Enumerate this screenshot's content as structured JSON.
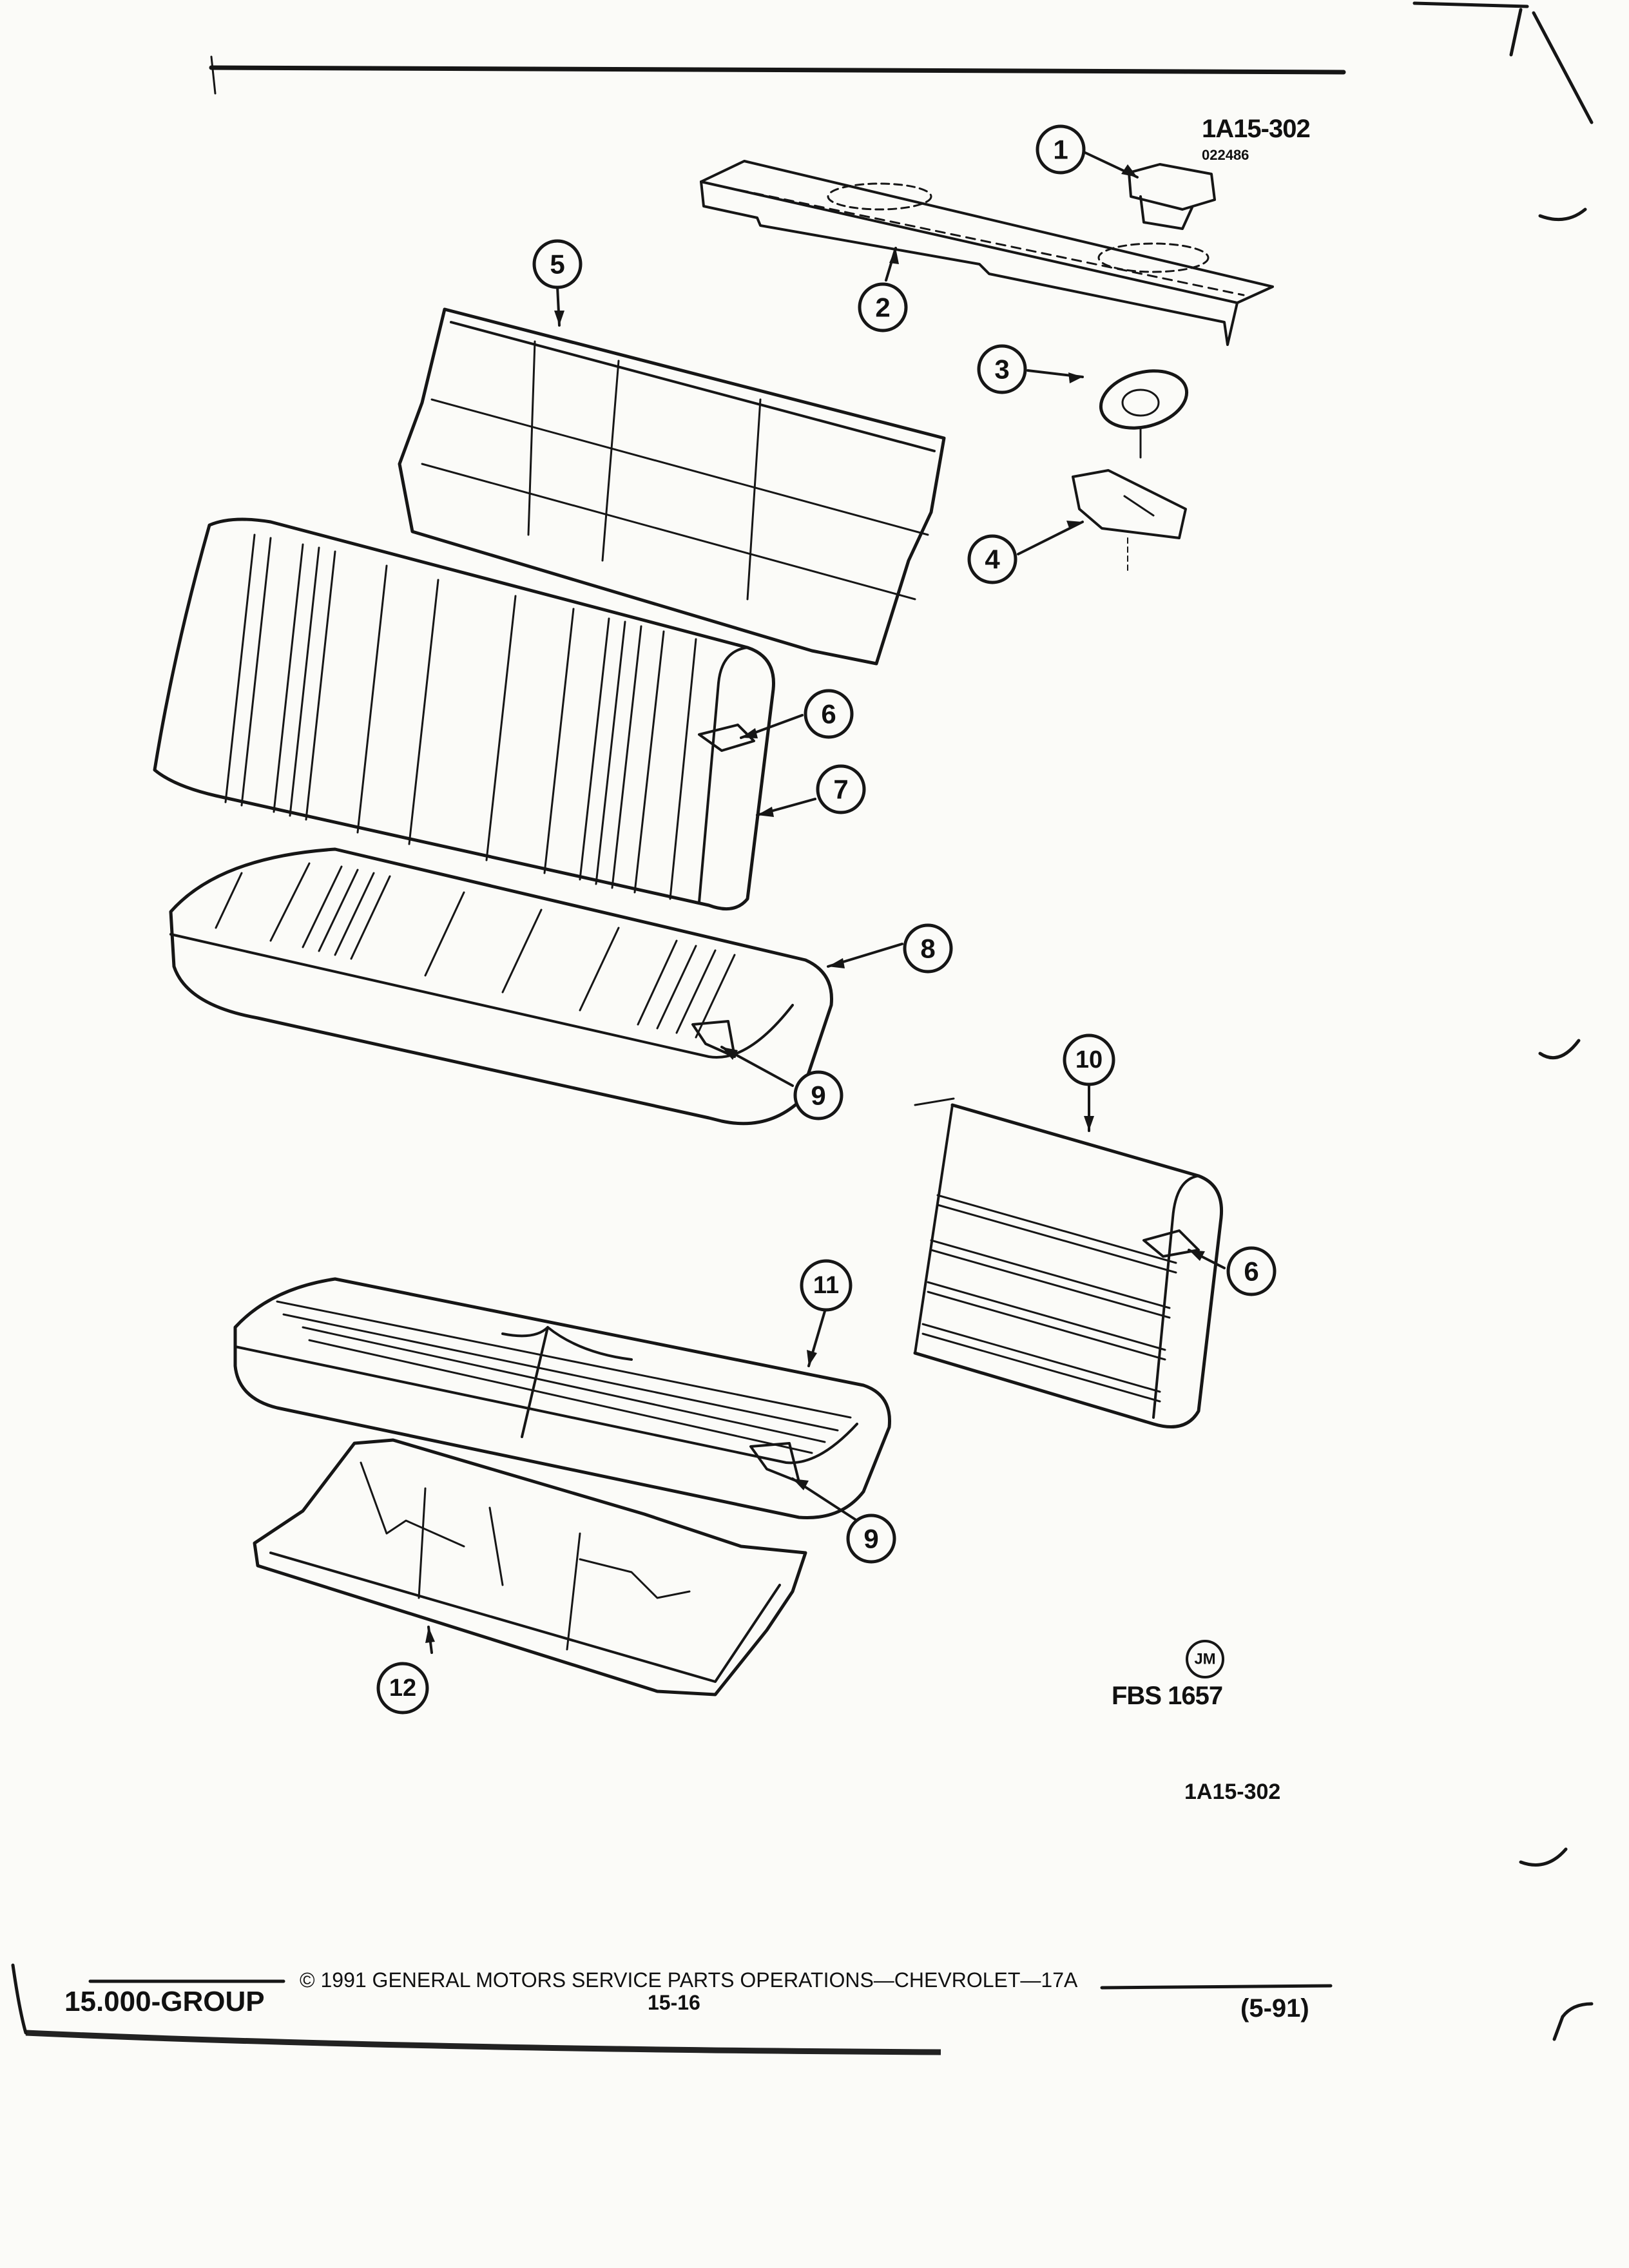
{
  "figure": {
    "ref_top": "1A15-302",
    "ref_top_sub": "022486",
    "artist_mark": "JM",
    "fbs_code": "FBS 1657",
    "ref_bottom": "1A15-302"
  },
  "callouts": [
    "1",
    "2",
    "3",
    "4",
    "5",
    "6",
    "7",
    "8",
    "9",
    "10",
    "6",
    "11",
    "9",
    "12"
  ],
  "footer": {
    "group": "15.000-GROUP",
    "copyright": "© 1991 GENERAL MOTORS SERVICE PARTS OPERATIONS—CHEVROLET—17A",
    "page_number": "15-16",
    "date_code": "(5-91)"
  },
  "colors": {
    "ink": "#161616",
    "paper": "#fbfbf8"
  }
}
